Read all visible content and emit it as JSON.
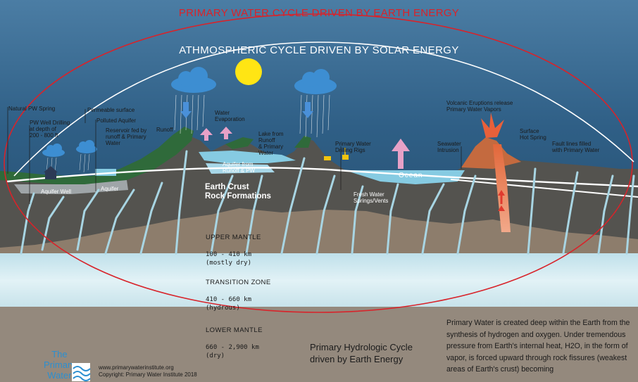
{
  "titles": {
    "primary_cycle": "PRIMARY WATER CYCLE DRIVEN BY EARTH ENERGY",
    "atmospheric_cycle": "ATHMOSPHERIC CYCLE DRIVEN BY SOLAR ENERGY"
  },
  "labels": {
    "natural_spring": "Natural PW Spring",
    "well_drilling": "PW Well Drilling\nat depth of\n200 - 800 ft",
    "permeable_surface": "Permeable surface",
    "polluted_aquifer": "Polluted Aquifer",
    "reservoir": "Reservoir fed by\nrunoff & Primary\nWater",
    "runoff": "Runoff",
    "water_evaporation": "Water\nEvaporation",
    "lake": "Lake from\nRunoff\n& Primary\nWater",
    "drilling_rigs": "Primary Water\nDrilling Rigs",
    "volcanic": "Volcanic Eruptions release\nPrimary  Water Vapors",
    "seawater_intrusion": "Seawater\nIntrusion",
    "hot_spring": "Surface\nHot Spring",
    "fault_lines": "Fault lines filled\nwith Primary Water",
    "aquifer_well": "Aquifer Well",
    "aquifer": "Aquifer",
    "aquifer_from_runoff": "Aquifer from\nRunoff & PW",
    "fresh_water_springs": "Fresh Water\nSprings/Vents",
    "ocean": "Ocean",
    "earth_crust": "Earth Crust\nRock Formations"
  },
  "layers": {
    "upper_mantle": {
      "name": "UPPER MANTLE",
      "detail": "100 - 410 km\n(mostly dry)"
    },
    "transition_zone": {
      "name": "TRANSITION ZONE",
      "detail": "410 - 660 km\n(hydrous)"
    },
    "lower_mantle": {
      "name": "LOWER MANTLE",
      "detail": "660 - 2,900 km\n(dry)"
    }
  },
  "caption": "Primary Hydrologic Cycle\ndriven by Earth Energy",
  "description": "Primary Water is created deep within the Earth from the synthesis of hydrogen and oxygen.  Under tremendous pressure from Earth's internal heat, H2O, in the form of vapor, is forced upward through rock fissures (weakest areas of Earth's crust) becoming",
  "logo_text": "The\nPrimary\nWater",
  "credits": "www.primarywaterinstitute.org\nCopyright: Primary Water Institute 2018",
  "colors": {
    "red_cycle": "#d8232a",
    "sky": "#2f5f86",
    "mantle_tan": "#8d7d6c",
    "transition_blue": "#d6ecf2",
    "rock": "#54534f",
    "water": "#86cbe2",
    "sun": "#ffe514",
    "magma": "#e2673a"
  }
}
